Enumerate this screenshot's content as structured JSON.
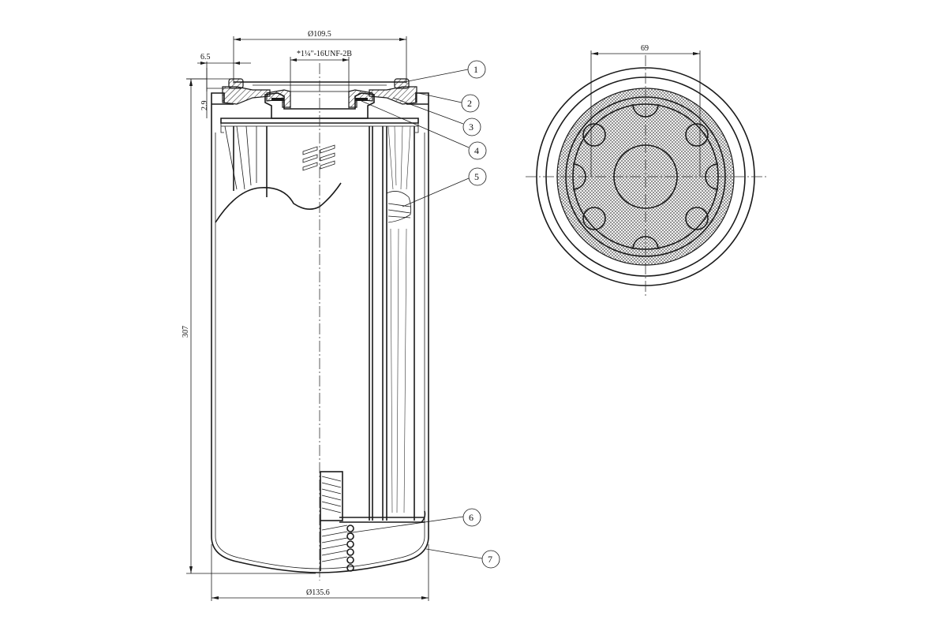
{
  "dimensions": {
    "top_diameter": "Ø109.5",
    "thread": "1¼\"-16UNF-2B",
    "thread_prefix": "*",
    "flange_offset": "6.5",
    "gasket_height": "2.9",
    "overall_length": "307",
    "body_diameter": "Ø135.6",
    "end_view_diameter": "69"
  },
  "callouts": [
    "1",
    "2",
    "3",
    "4",
    "5",
    "6",
    "7"
  ],
  "colors": {
    "line": "#1a1a1a",
    "background": "#ffffff"
  }
}
